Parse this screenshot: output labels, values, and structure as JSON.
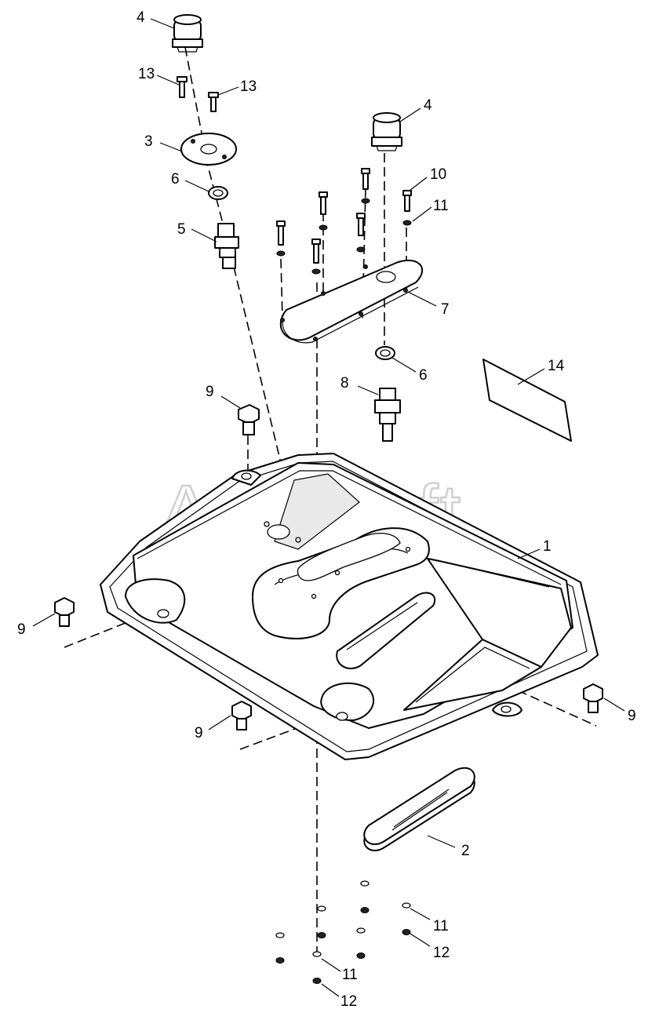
{
  "watermark": {
    "text": "AutoSoft"
  },
  "callouts": [
    {
      "id": "c4a",
      "label": "4"
    },
    {
      "id": "c13a",
      "label": "13"
    },
    {
      "id": "c13b",
      "label": "13"
    },
    {
      "id": "c3",
      "label": "3"
    },
    {
      "id": "c6a",
      "label": "6"
    },
    {
      "id": "c5",
      "label": "5"
    },
    {
      "id": "c4b",
      "label": "4"
    },
    {
      "id": "c10",
      "label": "10"
    },
    {
      "id": "c11a",
      "label": "11"
    },
    {
      "id": "c7",
      "label": "7"
    },
    {
      "id": "c6b",
      "label": "6"
    },
    {
      "id": "c8",
      "label": "8"
    },
    {
      "id": "c14",
      "label": "14"
    },
    {
      "id": "c9a",
      "label": "9"
    },
    {
      "id": "c1",
      "label": "1"
    },
    {
      "id": "c9b",
      "label": "9"
    },
    {
      "id": "c9c",
      "label": "9"
    },
    {
      "id": "c9d",
      "label": "9"
    },
    {
      "id": "c2",
      "label": "2"
    },
    {
      "id": "c11b",
      "label": "11"
    },
    {
      "id": "c12a",
      "label": "12"
    },
    {
      "id": "c11c",
      "label": "11"
    },
    {
      "id": "c12b",
      "label": "12"
    }
  ]
}
